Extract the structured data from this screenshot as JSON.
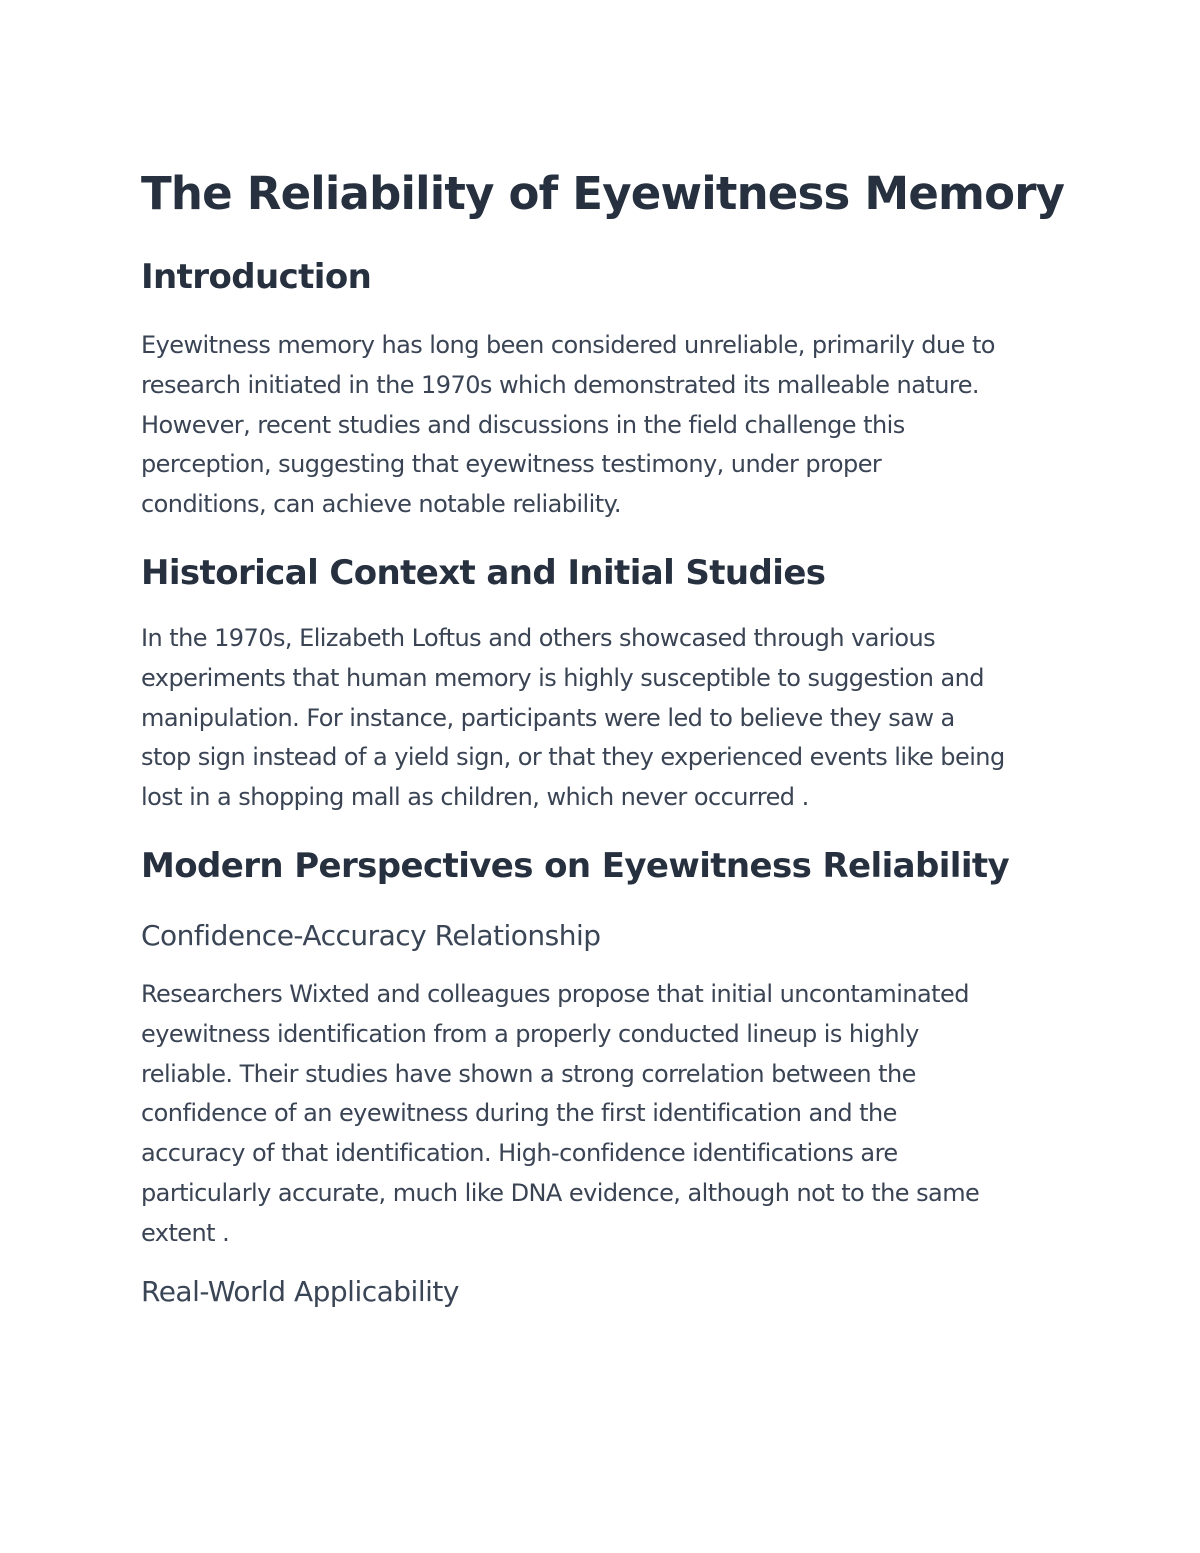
{
  "document": {
    "title": "The Reliability of Eyewitness Memory",
    "sections": [
      {
        "heading": "Introduction",
        "lines": [
          "Eyewitness memory has long been considered unreliable, primarily due to",
          "research initiated in the 1970s which demonstrated its malleable nature.",
          "However, recent studies and discussions in the field challenge this",
          "perception, suggesting that eyewitness testimony, under proper",
          "conditions, can achieve notable reliability."
        ]
      },
      {
        "heading": "Historical Context and Initial Studies",
        "lines": [
          "In the 1970s, Elizabeth Loftus and others showcased through various",
          "experiments that human memory is highly susceptible to suggestion and",
          "manipulation. For instance, participants were led to believe they saw a",
          "stop sign instead of a yield sign, or that they experienced events like being",
          "lost in a shopping mall as children, which never occurred ."
        ]
      },
      {
        "heading": "Modern Perspectives on Eyewitness Reliability",
        "subsections": [
          {
            "heading": "Confidence-Accuracy Relationship",
            "lines": [
              "Researchers Wixted and colleagues propose that initial uncontaminated",
              "eyewitness identification from a properly conducted lineup is highly",
              "reliable. Their studies have shown a strong correlation between the",
              "confidence of an eyewitness during the first identification and the",
              "accuracy of that identification. High-confidence identifications are",
              "particularly accurate, much like DNA evidence, although not to the same",
              "extent ."
            ]
          },
          {
            "heading": "Real-World Applicability"
          }
        ]
      }
    ]
  }
}
